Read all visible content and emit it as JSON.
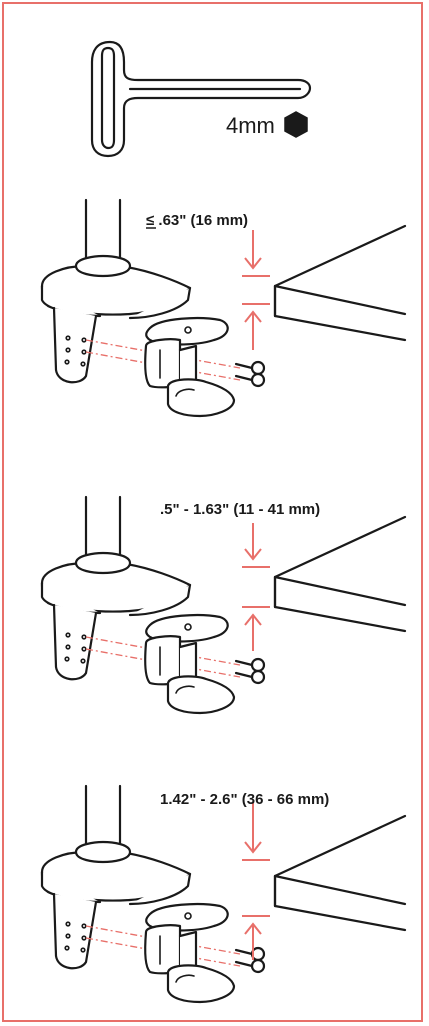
{
  "wrench": {
    "label": "4mm",
    "icon": "hex-key-icon"
  },
  "steps": [
    {
      "label": "≤ .63\" (16 mm)",
      "icon": "desk-clamp-icon"
    },
    {
      "label": ".5\" - 1.63\" (11 - 41 mm)",
      "icon": "desk-clamp-icon"
    },
    {
      "label": "1.42\" - 2.6\" (36 - 66 mm)",
      "icon": "desk-clamp-icon"
    }
  ],
  "colors": {
    "accent": "#e8706a",
    "ink": "#1a1a1a",
    "background": "#ffffff"
  }
}
